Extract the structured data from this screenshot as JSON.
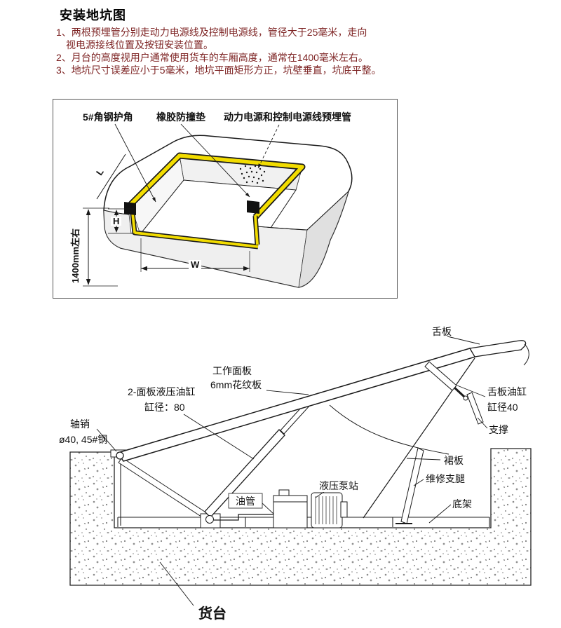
{
  "title": "安装地坑图",
  "notes": [
    "1、两根预埋管分别走动力电源线及控制电源线，管径大于25毫米，走向",
    "　视电源接线位置及按钮安装位置。",
    "2、月台的高度视用户通常使用货车的车厢高度，通常在1400毫米左右。",
    "3、地坑尺寸误差应小于5毫米，地坑平面矩形方正，坑壁垂直，坑底平整。"
  ],
  "pit": {
    "labels": {
      "corner_steel": "5#角钢护角",
      "rubber_pad": "橡胶防撞垫",
      "embedded_pipe": "动力电源和控制电源线预埋管"
    },
    "dims": {
      "L": "L",
      "H": "H",
      "W": "W",
      "height": "1400mm左右"
    }
  },
  "leveler": {
    "labels": {
      "lip": "舌板",
      "work_panel_1": "工作面板",
      "work_panel_2": "6mm花纹板",
      "main_cyl_1": "2-面板液压油缸",
      "main_cyl_2": "缸径：80",
      "lip_cyl_1": "舌板油缸",
      "lip_cyl_2": "缸径40",
      "support": "支撑",
      "axle_1": "轴销",
      "axle_2": "ø40, 45#钢",
      "skirt": "裙板",
      "pump": "液压泵站",
      "service_leg": "维修支腿",
      "oil_pipe": "油管",
      "base_frame": "底架",
      "dock": "货台"
    }
  },
  "colors": {
    "steel_yellow": "#f2dc00",
    "note_text": "#7d2323"
  }
}
